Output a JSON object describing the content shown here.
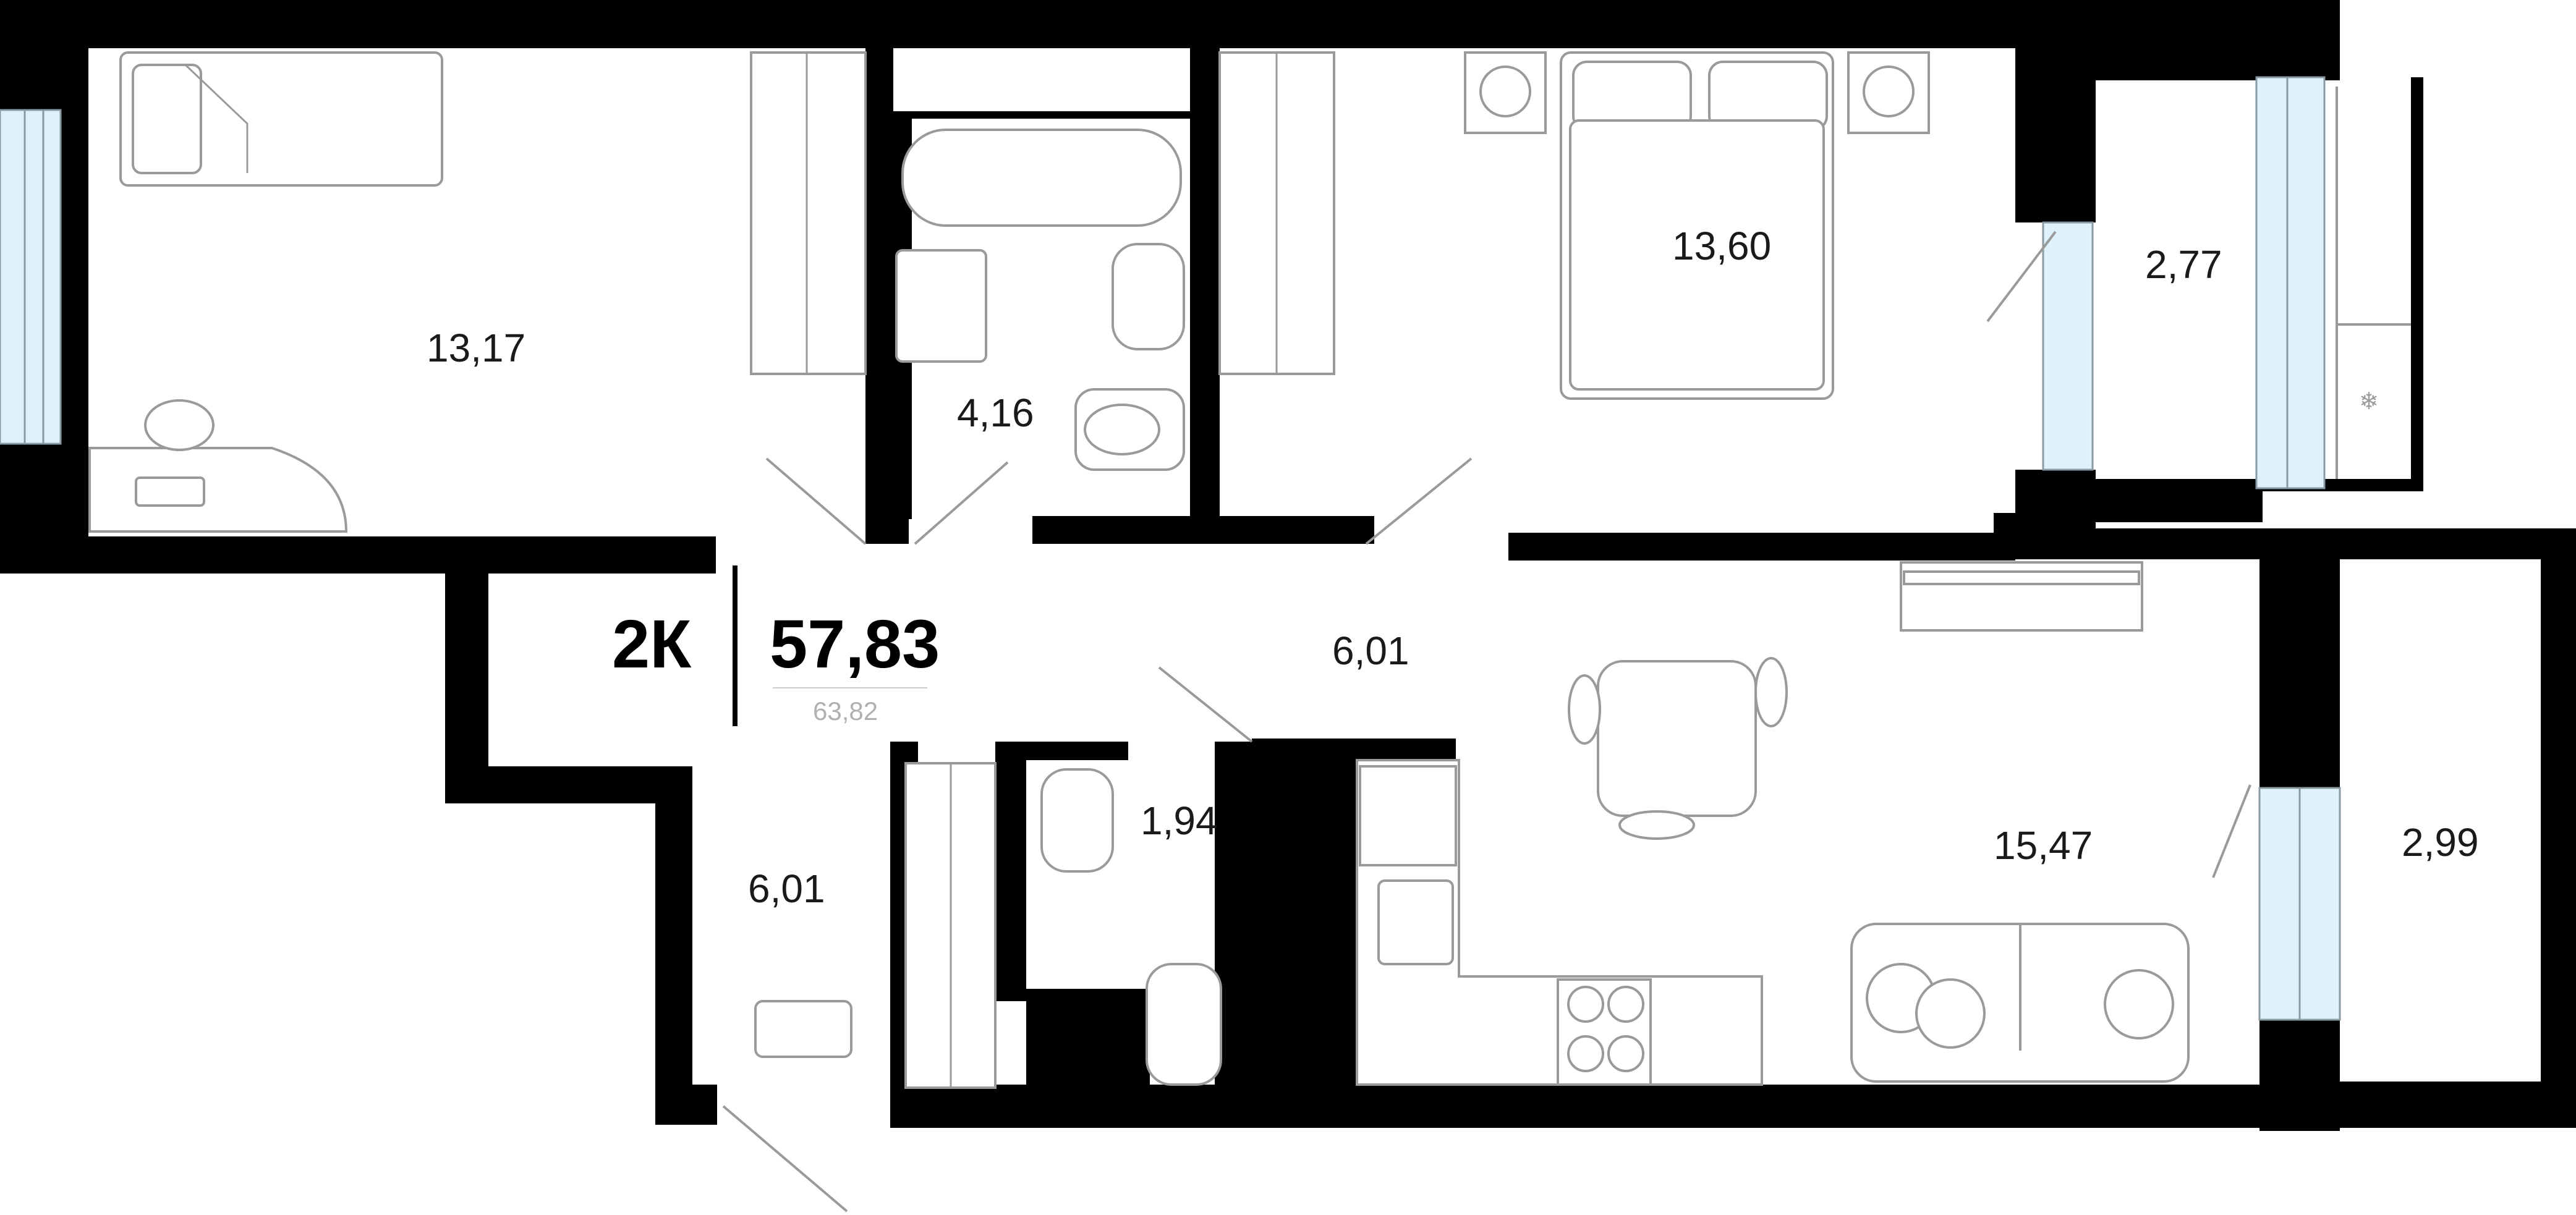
{
  "plan": {
    "apartment_type": "2К",
    "living_area": "57,83",
    "total_area": "63,82",
    "rooms": [
      {
        "id": "bedroom-1",
        "area": "13,17"
      },
      {
        "id": "bathroom",
        "area": "4,16"
      },
      {
        "id": "bedroom-2",
        "area": "13,60"
      },
      {
        "id": "balcony-1",
        "area": "2,77"
      },
      {
        "id": "hall",
        "area": "6,01"
      },
      {
        "id": "entrance",
        "area": "6,01"
      },
      {
        "id": "wc",
        "area": "1,94"
      },
      {
        "id": "kitchen-living",
        "area": "15,47"
      },
      {
        "id": "balcony-2",
        "area": "2,99"
      }
    ]
  },
  "colors": {
    "wall": "#000000",
    "window": "#dff1fa",
    "furniture_stroke": "#9a9a9a",
    "total_area_text": "#b0b0b0"
  }
}
